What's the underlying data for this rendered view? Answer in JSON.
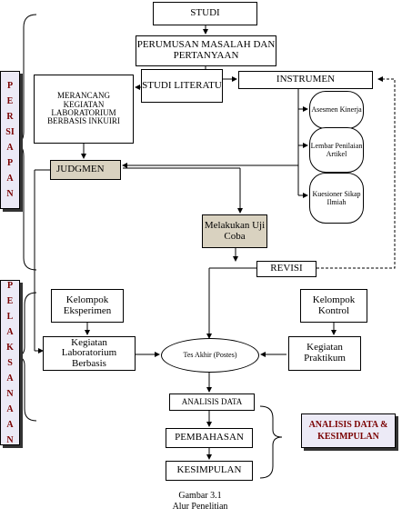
{
  "diagram": {
    "phases": {
      "persiapan": "PERSIAPAN",
      "pelaksanaan": "PELAKSANAAN"
    },
    "nodes": {
      "studi": "STUDI",
      "perumusan": "PERUMUSAN MASALAH DAN PERTANYAAN",
      "studi_literatur": "STUDI LITERATU",
      "instrumen": "INSTRUMEN",
      "merancang": "MERANCANG KEGIATAN LABORATORIUM BERBASIS INKUIRI",
      "asesmen": "Asesmen Kinerja",
      "lembar": "Lembar Penilaian Artikel",
      "kuesioner": "Kuesioner Sikap Ilmiah",
      "judgmen": "JUDGMEN",
      "uji_coba": "Melakukan Uji Coba",
      "revisi": "REVISI",
      "kelompok_eksperimen": "Kelompok Eksperimen",
      "kelompok_kontrol": "Kelompok Kontrol",
      "kegiatan_lab": "Kegiatan Laboratorium Berbasis",
      "tes_akhir": "Tes Akhir (Postes)",
      "kegiatan_praktikum": "Kegiatan Praktikum",
      "analisis_data": "ANALISIS DATA",
      "pembahasan": "PEMBAHASAN",
      "kesimpulan": "KESIMPULAN",
      "analisis_kesimpulan": "ANALISIS DATA & KESIMPULAN"
    },
    "caption": {
      "line1": "Gambar 3.1",
      "line2": "Alur Penelitian"
    }
  }
}
